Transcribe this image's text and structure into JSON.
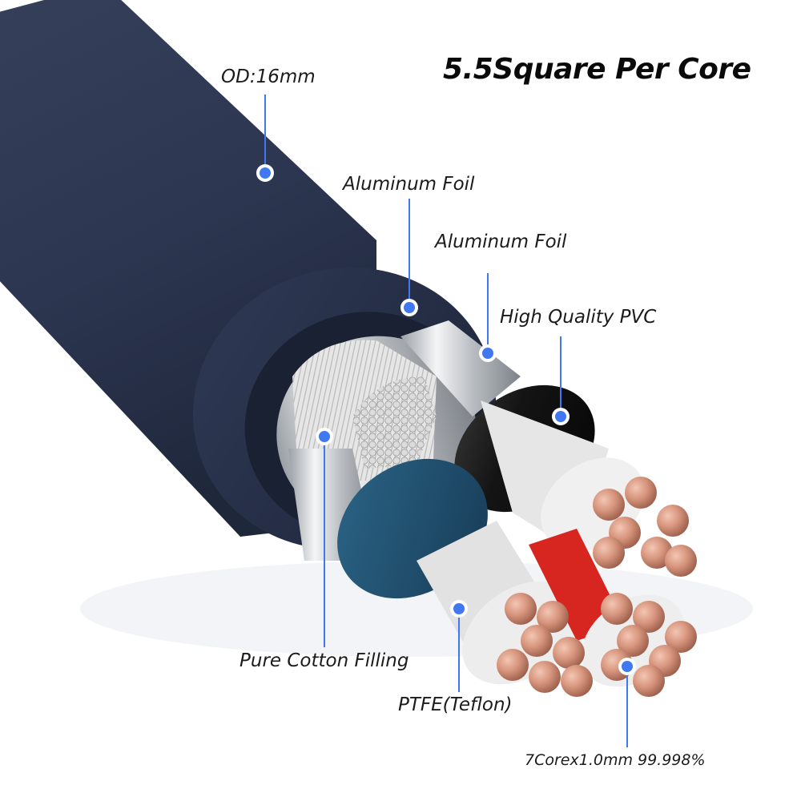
{
  "title": "5.5Square Per Core",
  "callouts": {
    "od": "OD:16mm",
    "aluminum_foil_outer": "Aluminum Foil",
    "aluminum_foil_inner": "Aluminum Foil",
    "pvc": "High Quality PVC",
    "cotton": "Pure Cotton Filling",
    "ptfe": "PTFE(Teflon)",
    "conductor": "7Corex1.0mm 99.998%"
  },
  "colors": {
    "jacket": "#2b3650",
    "callout_accent": "#3f78f0",
    "copper": "#c98a74",
    "teal_insulation": "#1f4f70",
    "black_insulation": "#111111",
    "red_insulation": "#d7261f"
  }
}
